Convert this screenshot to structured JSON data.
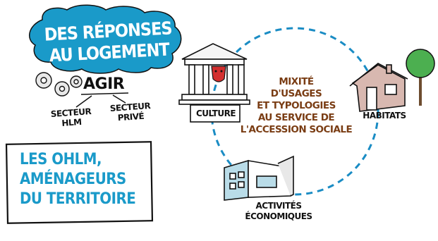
{
  "title": {
    "line1": "DES RÉPONSES",
    "line2": "AU LOGEMENT"
  },
  "agir": "AGIR",
  "sectors": {
    "hlm": [
      "SECTEUR",
      "HLM"
    ],
    "prive": [
      "SECTEUR",
      "PRIVÉ"
    ]
  },
  "box": {
    "line1": "LES OHLM,",
    "line2": "AMÉNAGEURS",
    "line3": "DU TERRITOIRE"
  },
  "culture": "CULTURE",
  "center": {
    "line1": "MIXITÉ",
    "line2": "D'USAGES",
    "line3": "ET TYPOLOGIES",
    "line4": "AU SERVICE DE",
    "line5": "L'ACCESSION SOCIALE"
  },
  "habitats": "HABITATS",
  "activites": {
    "line1": "ACTIVITÉS",
    "line2": "ÉCONOMIQUES"
  },
  "colors": {
    "cloud": "#1a9ac9",
    "box_text": "#1a9ac9",
    "center_text": "#7a3d14",
    "dashed_circle": "#1a8cc4",
    "house_wall": "#d8b8b0",
    "tree": "#4caf50",
    "mask": "#d32f2f"
  },
  "icons": [
    "cloud-shape",
    "gear-icon",
    "museum-icon",
    "theater-mask-icon",
    "house-icon",
    "tree-icon",
    "building-icon"
  ]
}
